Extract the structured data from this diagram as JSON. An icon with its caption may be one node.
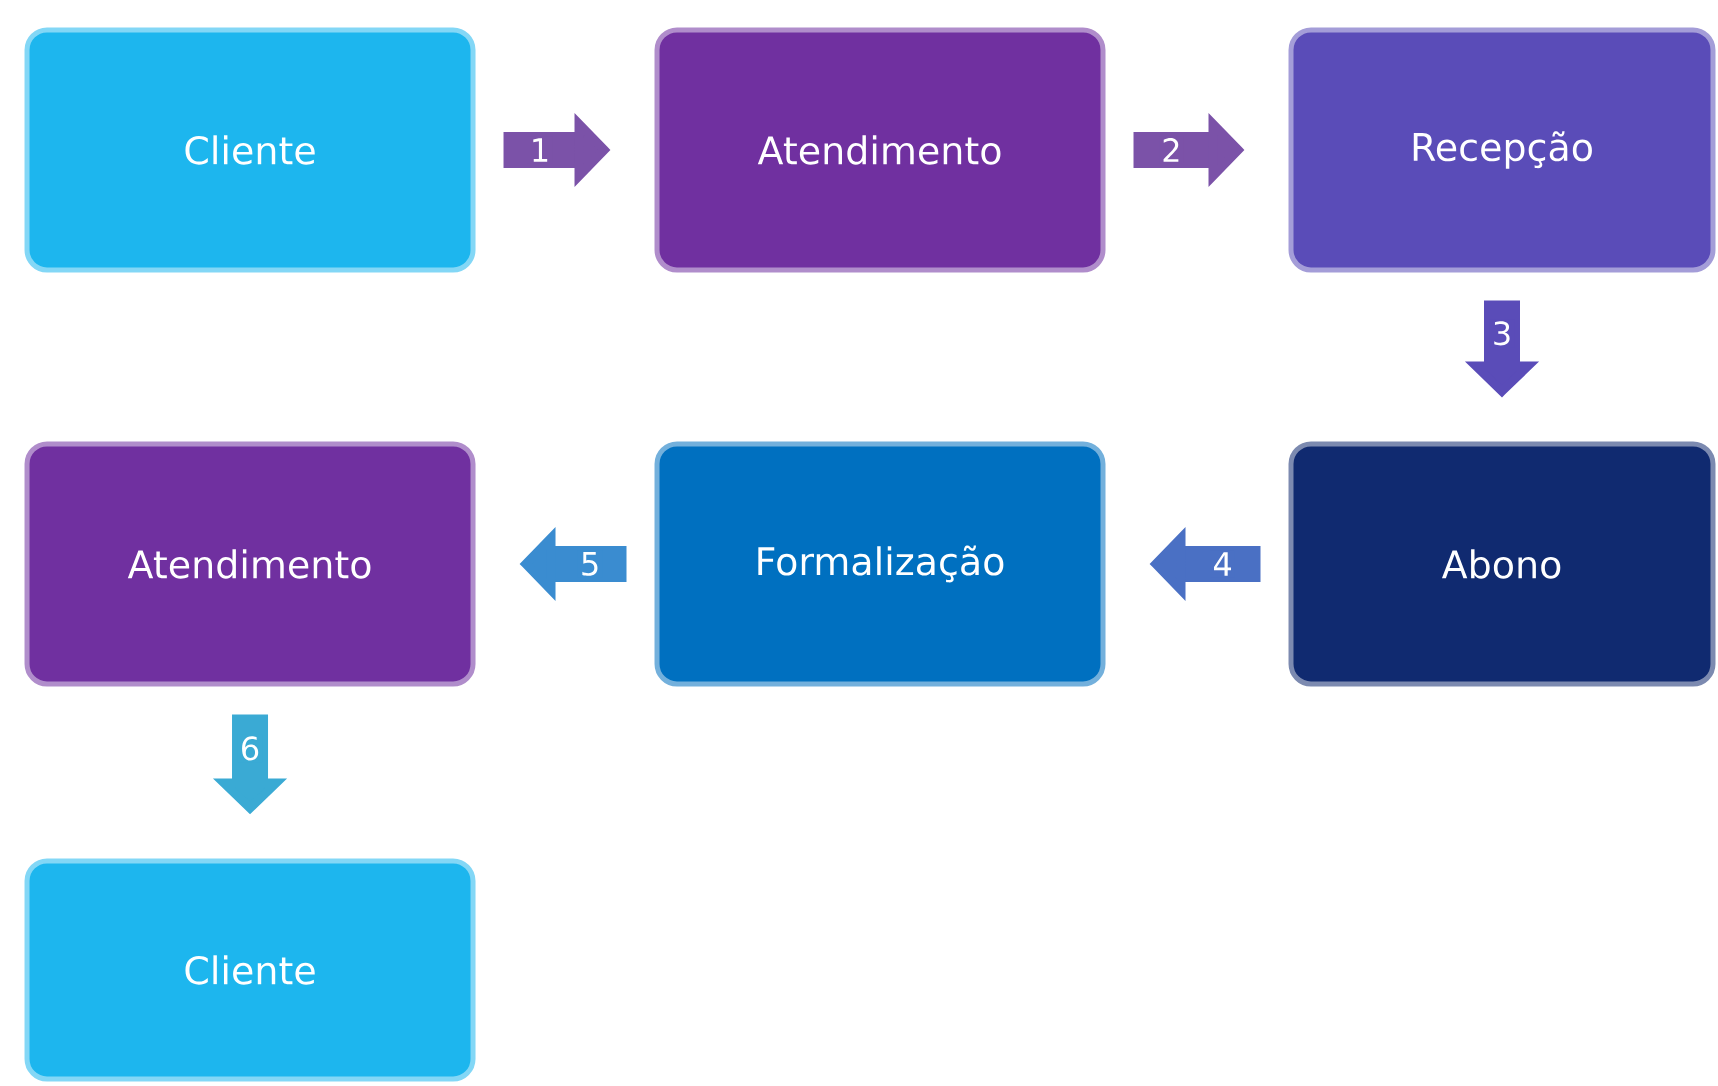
{
  "diagram": {
    "nodes": [
      {
        "text": [
          "Cliente"
        ]
      },
      {
        "text": [
          "Atendimento"
        ]
      },
      {
        "text": [
          "Recepção"
        ]
      },
      {
        "text": [
          "Atendimento"
        ]
      },
      {
        "text": [
          "Formalização"
        ]
      },
      {
        "text": [
          "Abono"
        ]
      },
      {
        "text": [
          "Cliente"
        ]
      }
    ],
    "edges": [
      {
        "from": 0,
        "to": 1,
        "arrow": "to",
        "label": "1"
      },
      {
        "from": 1,
        "to": 2,
        "arrow": "to",
        "label": "2"
      },
      {
        "from": 2,
        "to": 5,
        "arrow": "to",
        "label": "3",
        "color": "#5a4cb8"
      },
      {
        "from": 5,
        "to": 4,
        "arrow": "to",
        "label": "4",
        "color": "#4a70c4"
      },
      {
        "from": 4,
        "to": 3,
        "arrow": "to",
        "label": "5",
        "color": "#3a8cd0"
      },
      {
        "from": 3,
        "to": 6,
        "arrow": "to",
        "label": "6",
        "color": "#3aaad4"
      }
    ]
  }
}
